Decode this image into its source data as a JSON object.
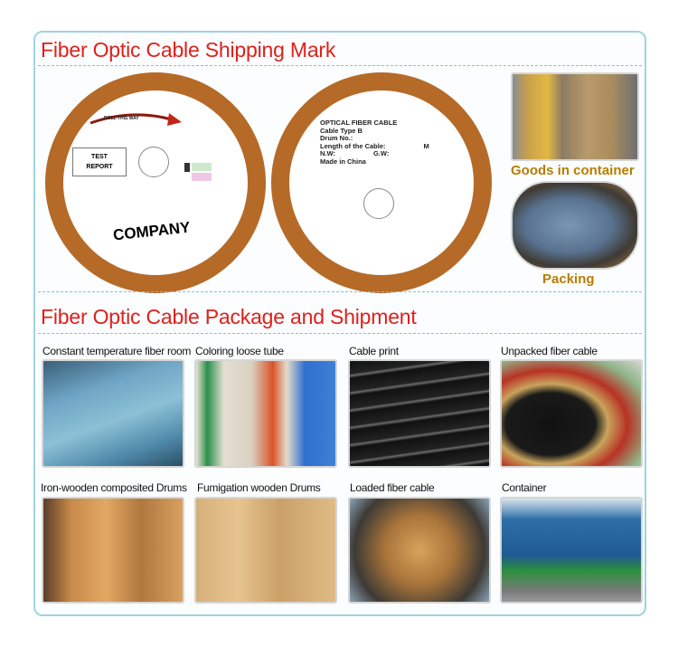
{
  "section1": {
    "title": "Fiber Optic Cable Shipping Mark",
    "drum_left": {
      "roll_label": "ROLL THIS WAY",
      "test_report": "TEST\nREPORT",
      "company": "COMPANY"
    },
    "drum_right": {
      "lines": [
        "OPTICAL FIBER CABLE",
        "Cable Type  B",
        "Drum No.:",
        "Length of the Cable:",
        "N.W:",
        "Made in China"
      ],
      "unit_m": "M",
      "gw": "G.W:"
    },
    "side_photos": [
      {
        "caption": "Goods in container"
      },
      {
        "caption": "Packing"
      }
    ]
  },
  "section2": {
    "title": "Fiber Optic Cable Package and Shipment",
    "photos": [
      {
        "caption": "Constant temperature fiber room"
      },
      {
        "caption": "Coloring loose tube"
      },
      {
        "caption": "Cable print"
      },
      {
        "caption": "Unpacked fiber cable"
      },
      {
        "caption": "Iron-wooden composited Drums"
      },
      {
        "caption": "Fumigation wooden Drums"
      },
      {
        "caption": "Loaded fiber cable"
      },
      {
        "caption": "Container"
      }
    ]
  },
  "colors": {
    "title": "#e0201b",
    "drum": "#b56a28",
    "frame": "#9fd3e6",
    "side_caption": "#b87d00"
  }
}
